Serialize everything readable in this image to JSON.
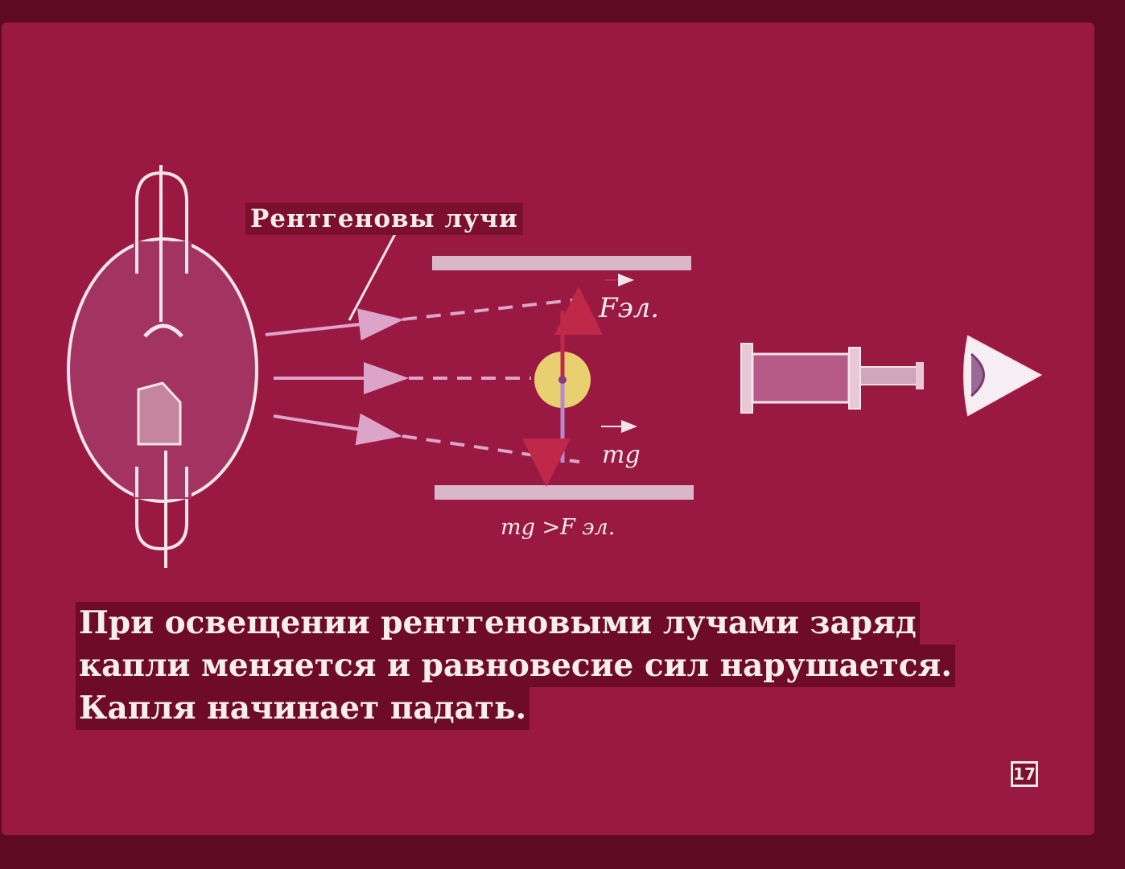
{
  "diagram": {
    "rays_label": "Рентгеновы лучи",
    "force_label": "Fэл.",
    "gravity_label": "mg",
    "inequality_label": "mg >F эл."
  },
  "caption": {
    "line1": "При освещении рентгеновыми лучами заряд",
    "line2": "капли меняется и равновесие сил нарушается.",
    "line3": "Капля начинает падать."
  },
  "slide_number": "17",
  "colors": {
    "background": "#9a1942",
    "outline": "#f2e4ea",
    "plates": "#d9b7c8",
    "rays": "#dca4c8",
    "droplet": "#e8d070",
    "force_up": "#c0284a",
    "force_down": "#b78ad0"
  }
}
